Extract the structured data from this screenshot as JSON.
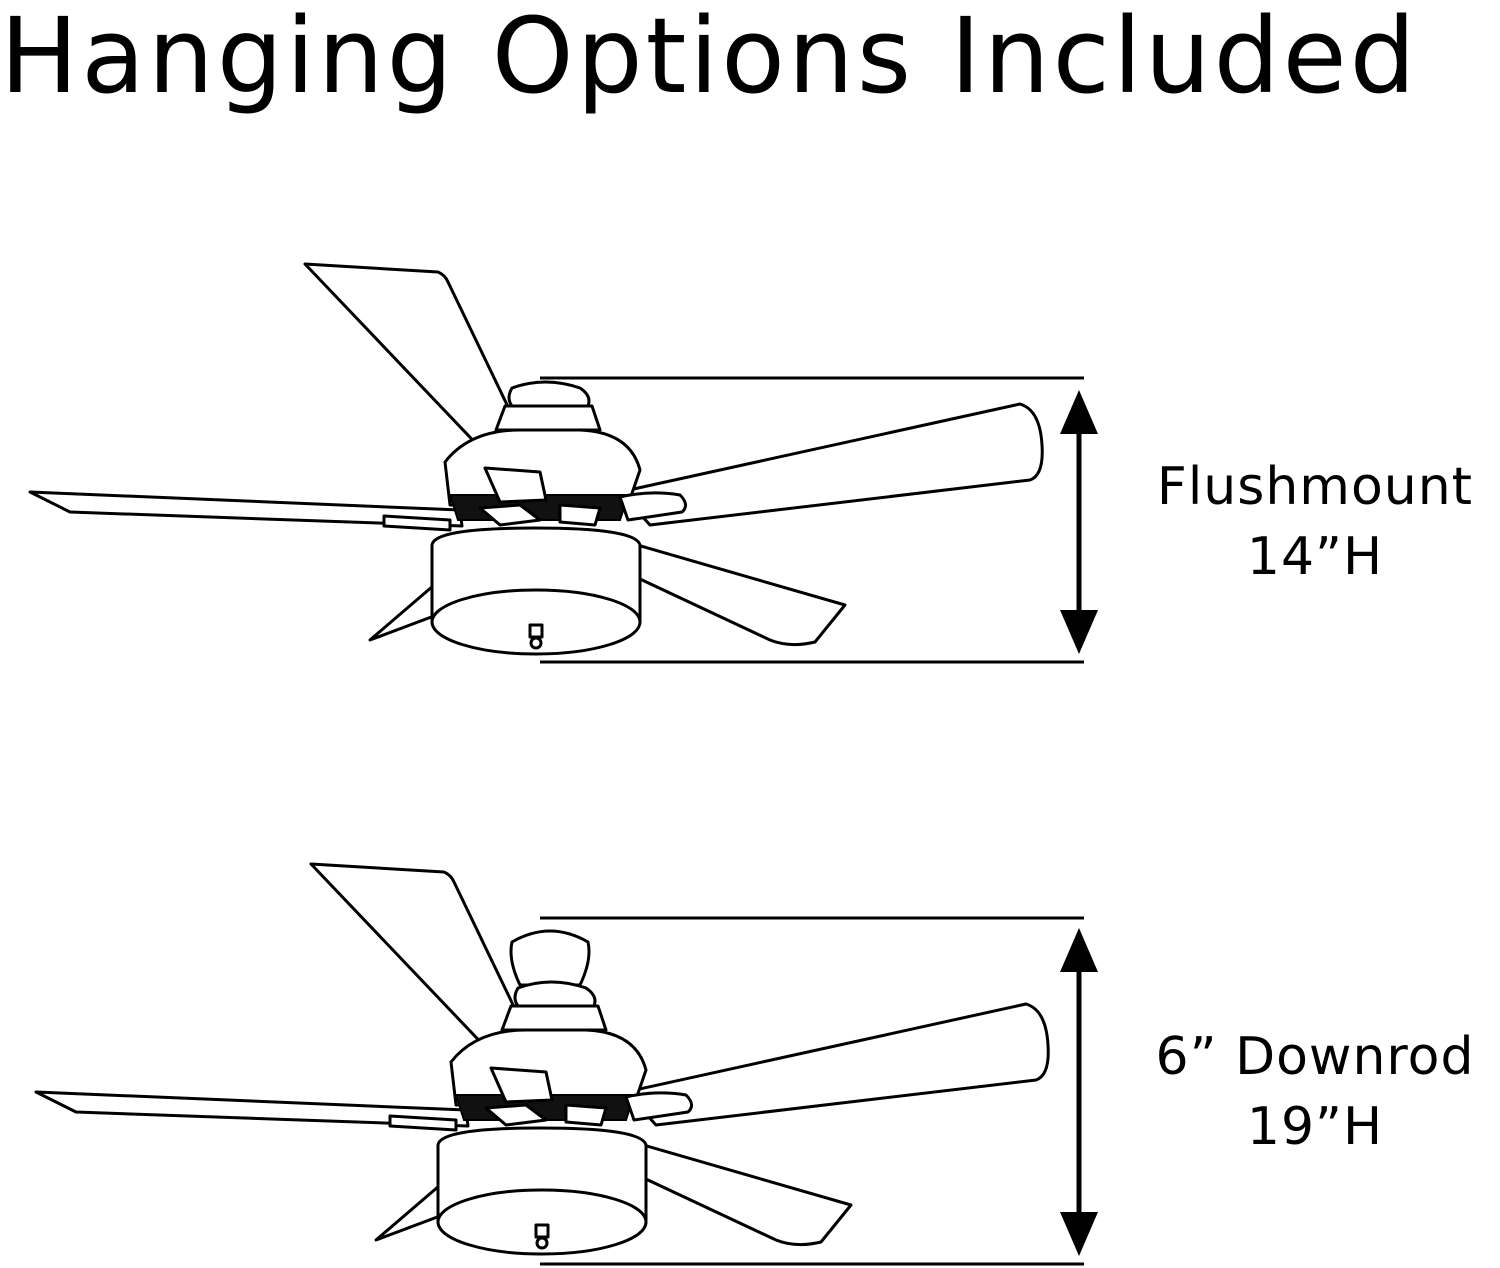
{
  "title": "Hanging Options Included",
  "options": [
    {
      "name": "Flushmount",
      "height": "14”H"
    },
    {
      "name": "6” Downrod",
      "height": "19”H"
    }
  ],
  "colors": {
    "line": "#000000",
    "background": "#ffffff"
  }
}
